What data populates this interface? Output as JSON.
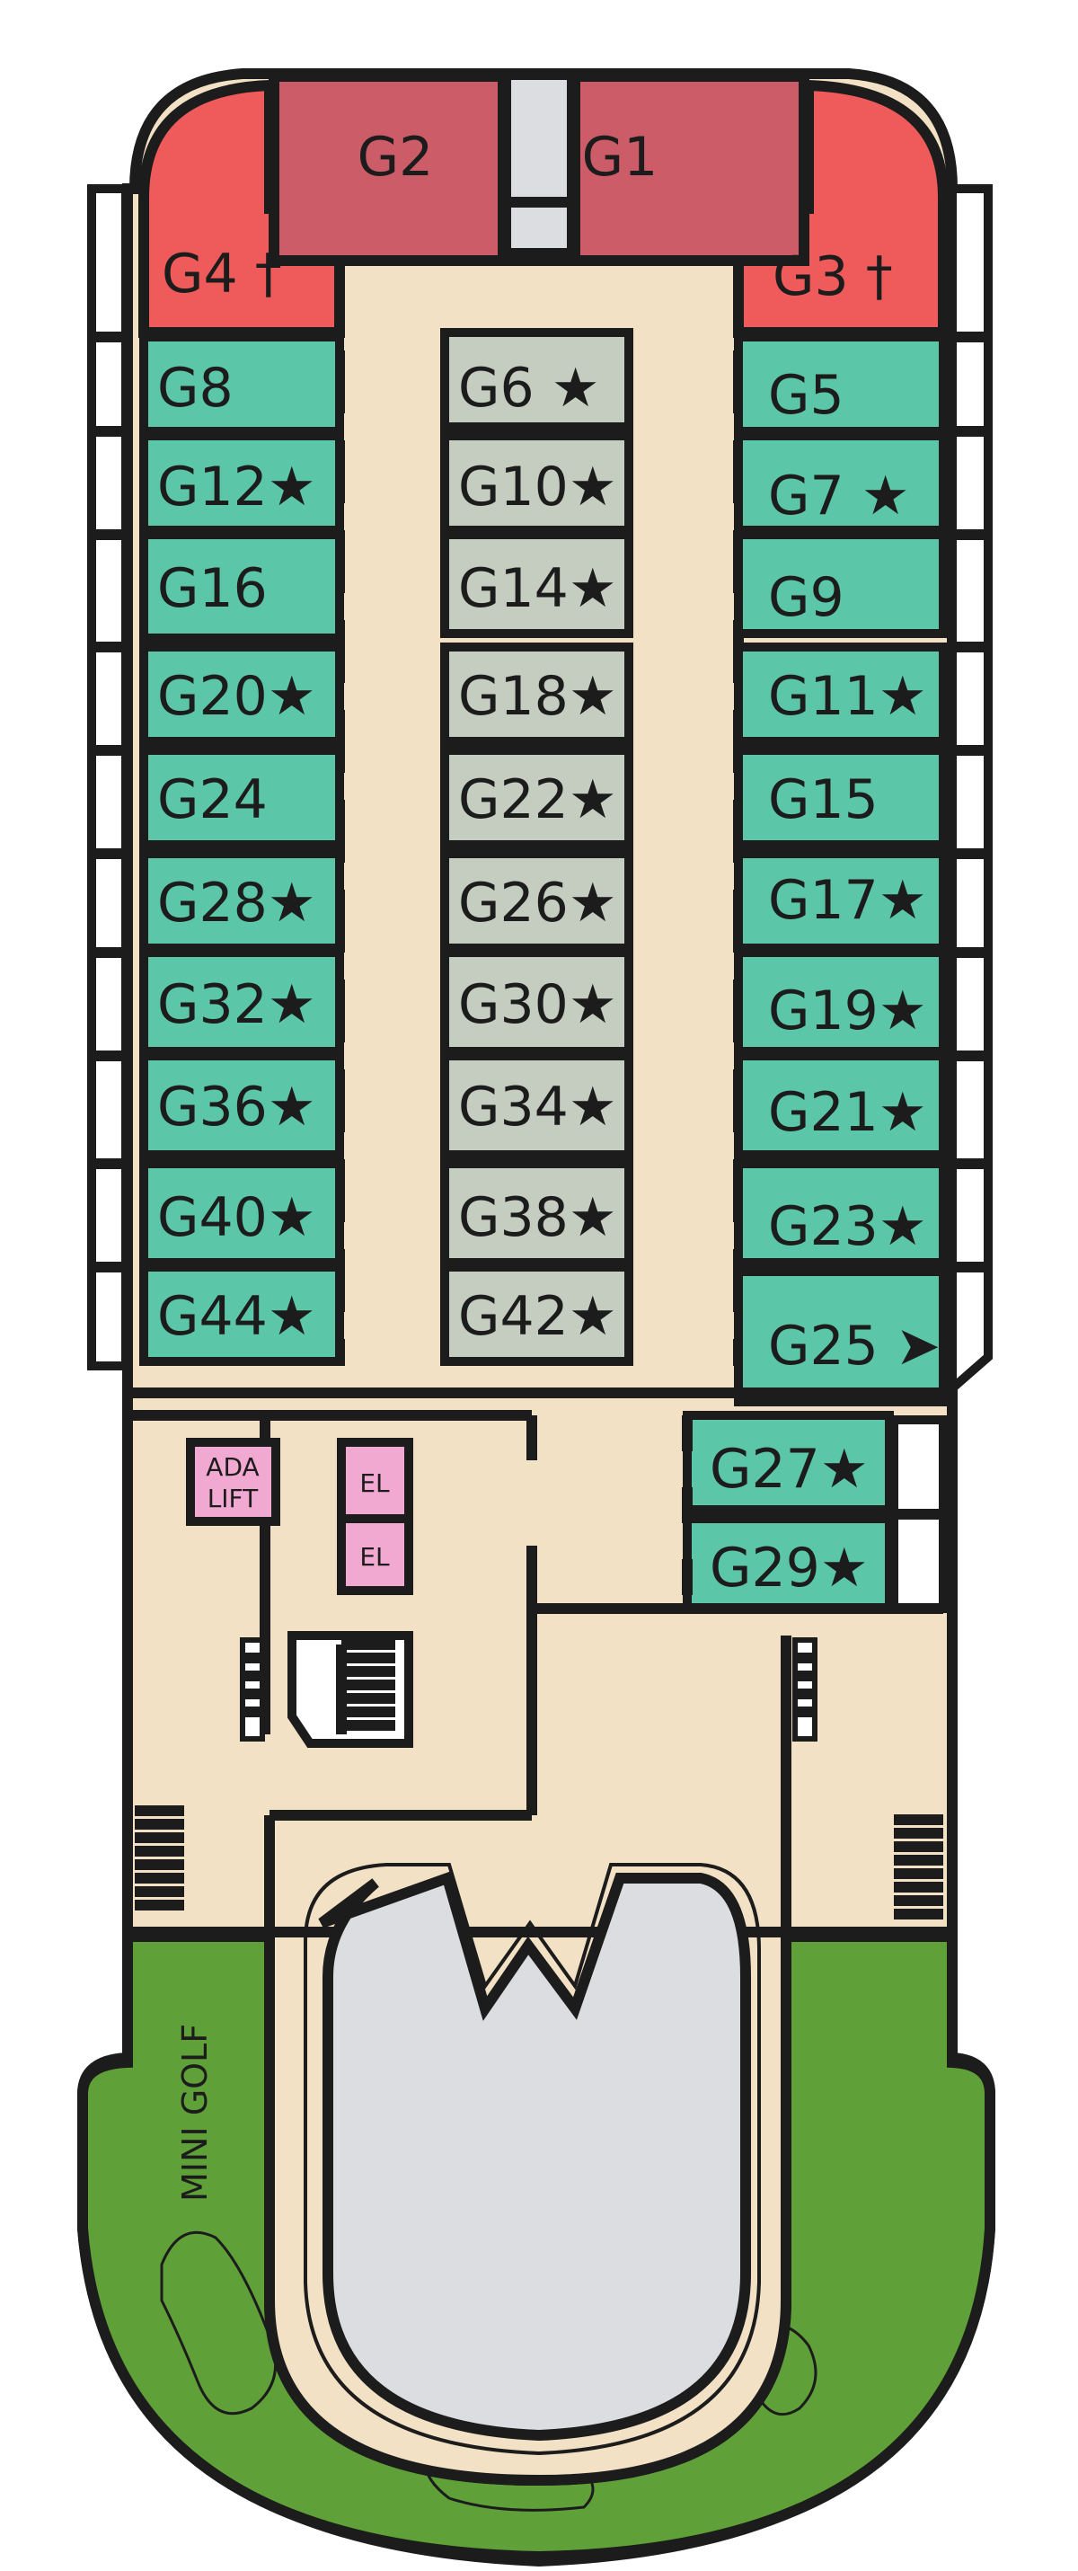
{
  "legend_marks": {
    "star": "★",
    "cross": "†",
    "arrow": "➤"
  },
  "colors": {
    "outline": "#1c1c1c",
    "corridor": "#f2e1c5",
    "suite_red": "#ef5b5b",
    "suite_rose": "#cc5c68",
    "stateroom_teal": "#5cc6a8",
    "interior_grey": "#c4cdbf",
    "elevator_pink": "#f2a9d1",
    "pool_grey": "#dcdde0",
    "golf_green": "#5fa038"
  },
  "labels": {
    "mini_golf": "MINI GOLF",
    "ada_lift_line1": "ADA",
    "ada_lift_line2": "LIFT",
    "elevator_top": "EL",
    "elevator_bottom": "EL"
  },
  "cabins": {
    "G1": "G1",
    "G2": "G2",
    "G3": "G3 †",
    "G4": "G4 †",
    "G5": "G5",
    "G6": "G6 ★",
    "G7": "G7 ★",
    "G8": "G8",
    "G9": "G9",
    "G10": "G10★",
    "G11": "G11★",
    "G12": "G12★",
    "G14": "G14★",
    "G15": "G15",
    "G16": "G16",
    "G17": "G17★",
    "G18": "G18★",
    "G19": "G19★",
    "G20": "G20★",
    "G21": "G21★",
    "G22": "G22★",
    "G23": "G23★",
    "G24": "G24",
    "G25": "G25 ➤",
    "G26": "G26★",
    "G27": "G27★",
    "G28": "G28★",
    "G29": "G29★",
    "G30": "G30★",
    "G32": "G32★",
    "G34": "G34★",
    "G36": "G36★",
    "G38": "G38★",
    "G40": "G40★",
    "G42": "G42★",
    "G44": "G44★"
  }
}
